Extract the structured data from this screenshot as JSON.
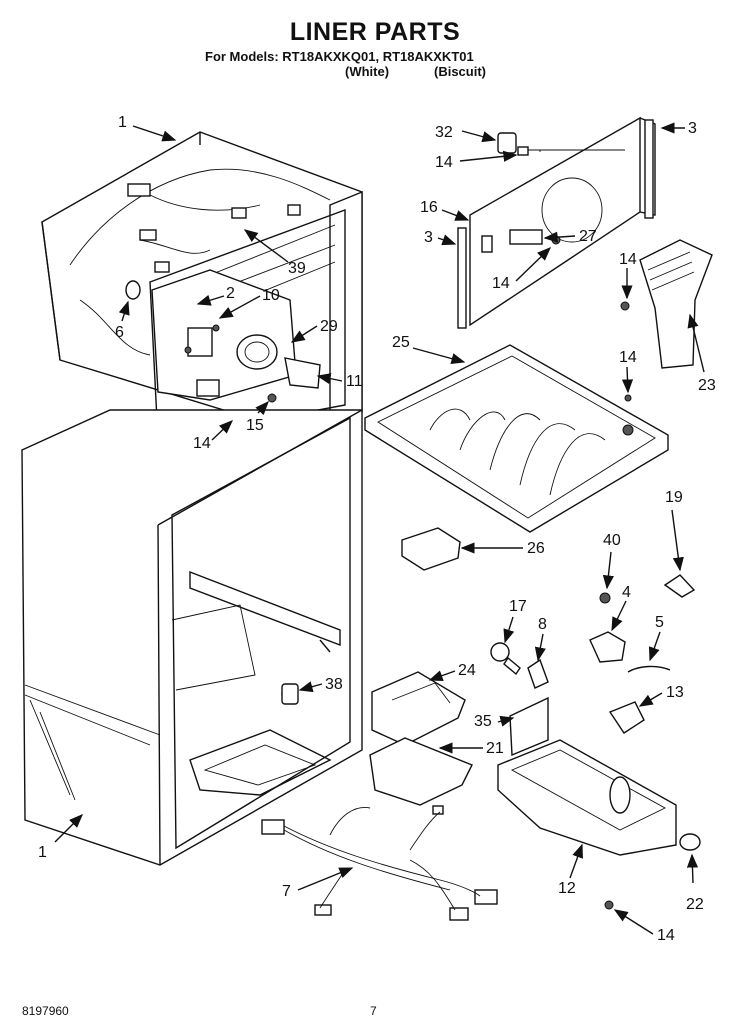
{
  "header": {
    "title": "LINER PARTS",
    "models": "For Models: RT18AKXKQ01, RT18AKXKT01",
    "variant_1": "(White)",
    "variant_2": "(Biscuit)"
  },
  "footer": {
    "doc_number": "8197960",
    "page_number": "7"
  },
  "callouts": [
    "1",
    "2",
    "3",
    "3",
    "4",
    "5",
    "6",
    "7",
    "8",
    "10",
    "11",
    "12",
    "13",
    "14",
    "14",
    "14",
    "14",
    "14",
    "14",
    "15",
    "16",
    "17",
    "19",
    "21",
    "22",
    "23",
    "24",
    "25",
    "26",
    "27",
    "29",
    "32",
    "35",
    "38",
    "39",
    "40",
    "1"
  ]
}
